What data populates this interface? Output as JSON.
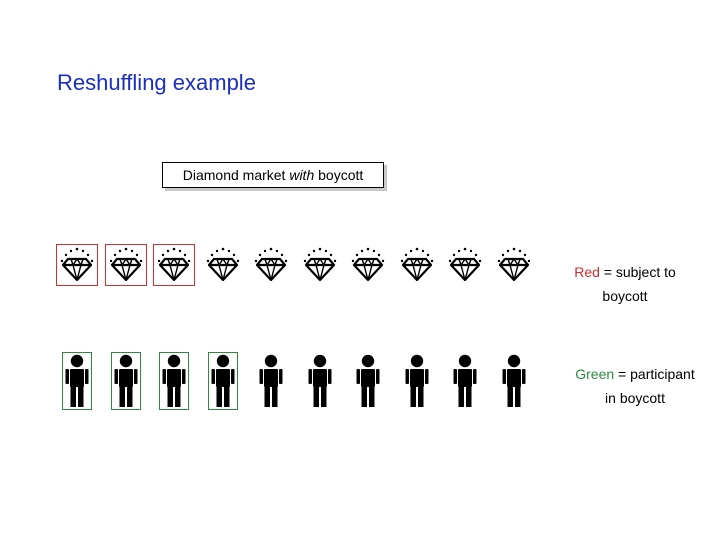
{
  "title": "Reshuffling example",
  "box_label": {
    "before": "Diamond market ",
    "emph": "with",
    "after": " boycott"
  },
  "diamonds": {
    "count": 10,
    "boxed_count": 3,
    "box_color": "#d03030"
  },
  "people": {
    "count": 10,
    "boxed_count": 4,
    "box_color": "#2e8b3e"
  },
  "legend_red": {
    "keyword": "Red",
    "rest_line1": " = subject to",
    "line2": "boycott",
    "color": "#d03030"
  },
  "legend_green": {
    "keyword": "Green",
    "rest_line1": " = participant",
    "line2": "in boycott",
    "color": "#2e8b3e"
  },
  "icons": {
    "diamond": "diamond-icon",
    "person": "person-icon"
  }
}
